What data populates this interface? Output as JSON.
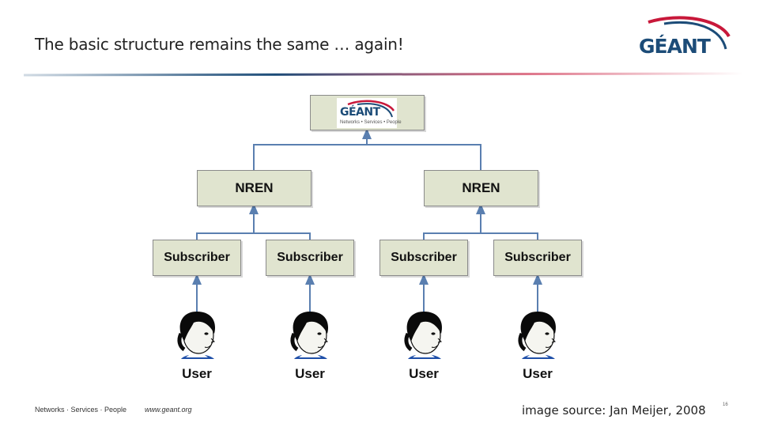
{
  "slide": {
    "title": "The basic structure remains the same … again!",
    "logo_text": "GÉANT",
    "mini_logo_text": "GÉANT",
    "mini_logo_tagline": "Networks • Services • People",
    "footer_left": "Networks · Services · People",
    "footer_url": "www.geant.org",
    "footer_source": "image source: Jan Meijer, 2008",
    "page_number": "16"
  },
  "diagram": {
    "nren_boxes": [
      {
        "label": "NREN"
      },
      {
        "label": "NREN"
      }
    ],
    "subscriber_boxes": [
      {
        "label": "Subscriber"
      },
      {
        "label": "Subscriber"
      },
      {
        "label": "Subscriber"
      },
      {
        "label": "Subscriber"
      }
    ],
    "users": [
      {
        "label": "User"
      },
      {
        "label": "User"
      },
      {
        "label": "User"
      },
      {
        "label": "User"
      }
    ]
  },
  "colors": {
    "box_fill": "#e0e4cf",
    "connector": "#5a7fb0",
    "brand_blue": "#1c4c78",
    "brand_red": "#c8183a"
  }
}
